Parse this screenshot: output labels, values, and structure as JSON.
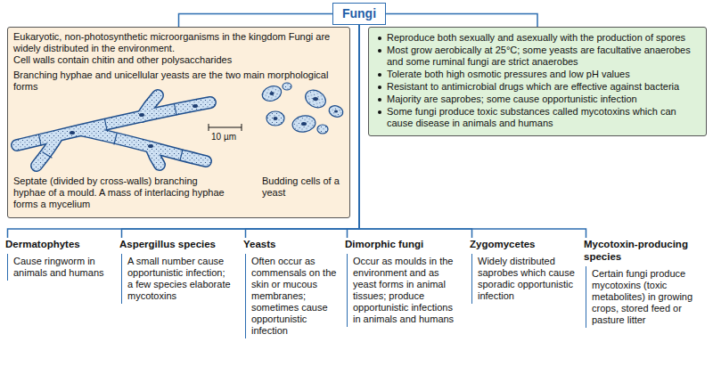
{
  "diagram": {
    "nodes": [
      {
        "text": [
          "Fungi"
        ]
      },
      {
        "text": [
          "Eukaryotic, non-photosynthetic microorganisms in the kingdom Fungi are widely distributed in the environment.",
          "Cell walls contain chitin and other polysaccharides",
          "Branching hyphae and unicellular yeasts are the two main morphological forms",
          "Septate (divided by cross-walls) branching hyphae of a mould. A mass of interlacing hyphae forms a mycelium",
          "Budding cells of a yeast"
        ]
      },
      {
        "text": [
          "Reproduce both sexually and asexually with the production of spores",
          "Most grow aerobically at 25°C; some yeasts are facultative anaerobes and some ruminal fungi are strict anaerobes",
          "Tolerate both high osmotic pressures and low pH values",
          "Resistant to antimicrobial drugs which are effective against bacteria",
          "Majority are saprobes; some cause opportunistic infection",
          "Some fungi produce toxic substances called mycotoxins which can cause disease in animals and humans"
        ]
      },
      {
        "text": [
          "Dermatophytes",
          "Cause ringworm in animals and humans"
        ]
      },
      {
        "text": [
          "Aspergillus species",
          "A small number cause opportunistic infection; a few species elaborate mycotoxins"
        ]
      },
      {
        "text": [
          "Yeasts",
          "Often occur as commensals on the skin or mucous membranes; sometimes cause opportunistic infection"
        ]
      },
      {
        "text": [
          "Dimorphic fungi",
          "Occur as moulds in the environment and as yeast forms in animal tissues; produce opportunistic infections in animals and humans"
        ]
      },
      {
        "text": [
          "Zygomycetes",
          "Widely distributed saprobes which cause sporadic opportunistic infection"
        ]
      },
      {
        "text": [
          "Mycotoxin-producing species",
          "Certain fungi produce mycotoxins (toxic metabolites) in growing crops, stored feed or pasture litter"
        ]
      }
    ],
    "edges": [
      {
        "from": 0,
        "to": 1,
        "arrow": "none"
      },
      {
        "from": 0,
        "to": 2,
        "arrow": "none"
      },
      {
        "from": 0,
        "to": 3,
        "arrow": "none"
      },
      {
        "from": 0,
        "to": 4,
        "arrow": "none"
      },
      {
        "from": 0,
        "to": 5,
        "arrow": "none"
      },
      {
        "from": 0,
        "to": 6,
        "arrow": "none"
      },
      {
        "from": 0,
        "to": 7,
        "arrow": "none"
      },
      {
        "from": 0,
        "to": 8,
        "arrow": "none"
      }
    ],
    "labels": [
      "10 µm"
    ]
  }
}
